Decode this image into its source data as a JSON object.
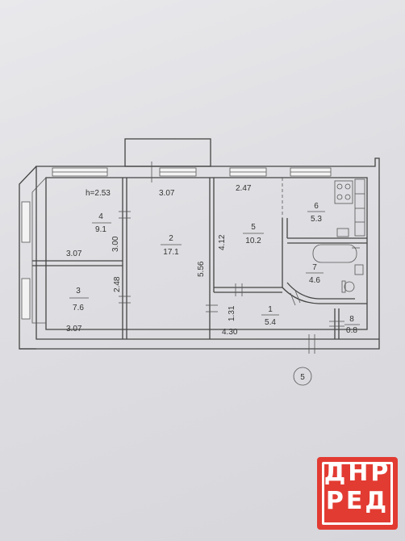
{
  "plan": {
    "ceiling_height": "h=2.53",
    "rooms": [
      {
        "id": "4",
        "number": "4",
        "area": "9.1"
      },
      {
        "id": "3",
        "number": "3",
        "area": "7.6"
      },
      {
        "id": "2",
        "number": "2",
        "area": "17.1"
      },
      {
        "id": "5",
        "number": "5",
        "area": "10.2"
      },
      {
        "id": "6",
        "number": "6",
        "area": "5.3"
      },
      {
        "id": "7",
        "number": "7",
        "area": "4.6"
      },
      {
        "id": "1",
        "number": "1",
        "area": "5.4"
      },
      {
        "id": "8",
        "number": "8",
        "area": "0.8"
      }
    ],
    "dimensions": {
      "room4_width": "3.07",
      "room4_depth": "3.00",
      "room3_width_top": "3.07",
      "room3_depth": "2.48",
      "room3_width_bottom": "3.07",
      "room2_width": "3.07",
      "room2_depth": "5.56",
      "room5_width": "2.47",
      "room5_depth": "4.12",
      "hall_depth": "1.31",
      "hall_width": "4.30"
    },
    "floor_number": "5"
  },
  "logo": {
    "line1": "ДНР",
    "line2": "РЕД"
  }
}
